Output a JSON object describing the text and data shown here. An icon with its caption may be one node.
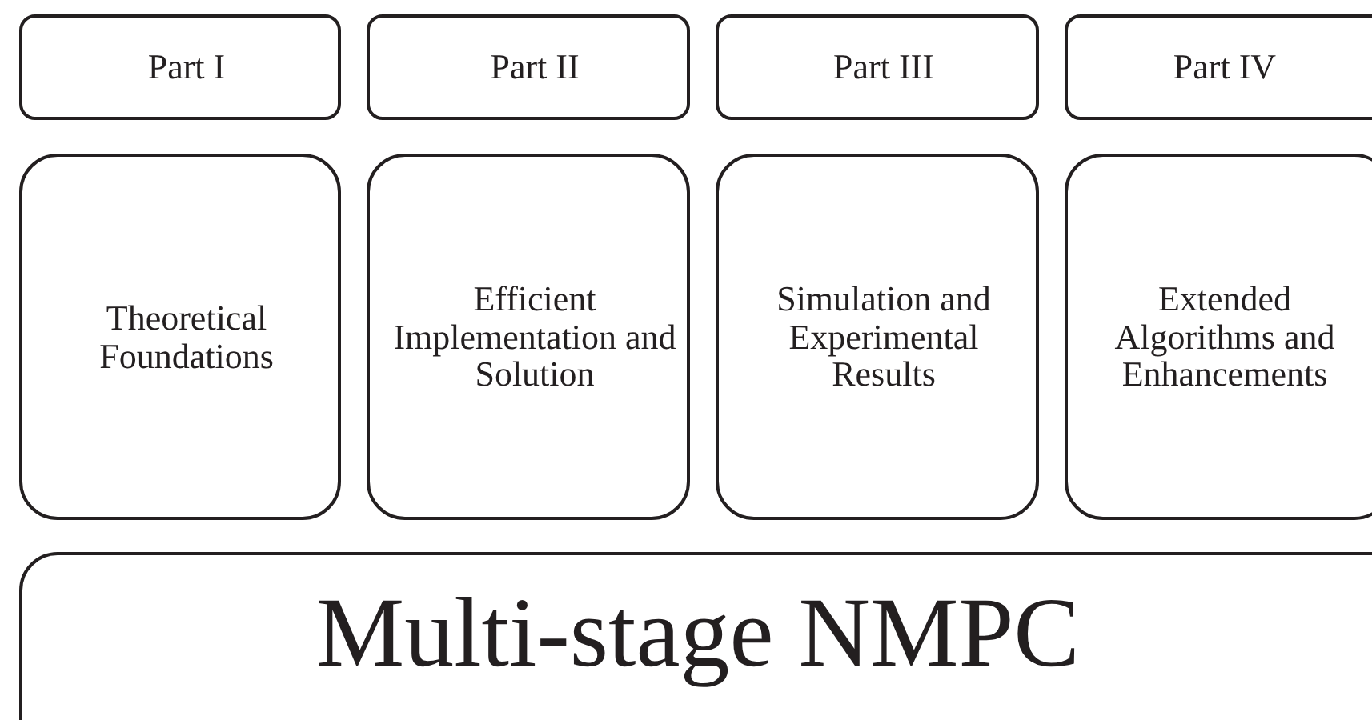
{
  "diagram": {
    "nodes": [
      {
        "text": [
          "Part I"
        ]
      },
      {
        "text": [
          "Part II"
        ]
      },
      {
        "text": [
          "Part III"
        ]
      },
      {
        "text": [
          "Part IV"
        ]
      },
      {
        "text": [
          "Theoretical Foundations"
        ]
      },
      {
        "text": [
          "Efficient Implementation and Solution"
        ]
      },
      {
        "text": [
          "Simulation and Experimental Results"
        ]
      },
      {
        "text": [
          "Extended Algorithms and Enhancements"
        ]
      },
      {
        "text": [
          "Multi-stage NMPC"
        ]
      }
    ]
  }
}
